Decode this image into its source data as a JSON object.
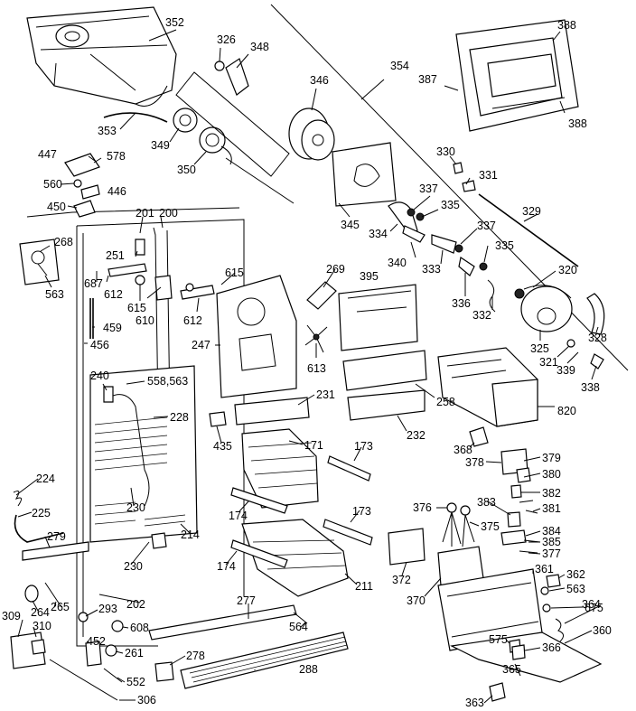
{
  "labels": {
    "l352": "352",
    "l326": "326",
    "l348": "348",
    "l354": "354",
    "l346": "346",
    "l388a": "388",
    "l387": "387",
    "l388b": "388",
    "l353": "353",
    "l349": "349",
    "l350": "350",
    "l330": "330",
    "l331": "331",
    "l447": "447",
    "l578": "578",
    "l560": "560",
    "l446": "446",
    "l450": "450",
    "l345": "345",
    "l337a": "337",
    "l335a": "335",
    "l329": "329",
    "l201": "201",
    "l200": "200",
    "l268": "268",
    "l251": "251",
    "l334": "334",
    "l337b": "337",
    "l340": "340",
    "l333": "333",
    "l335b": "335",
    "l563a": "563",
    "l687": "687",
    "l612a": "612",
    "l615a": "615",
    "l615b": "615",
    "l269": "269",
    "l395": "395",
    "l320": "320",
    "l336": "336",
    "l332": "332",
    "l610": "610",
    "l612b": "612",
    "l459": "459",
    "l456": "456",
    "l247": "247",
    "l613": "613",
    "l325": "325",
    "l328": "328",
    "l321": "321",
    "l339": "339",
    "l338": "338",
    "l240": "240",
    "l558563": "558,563",
    "l231": "231",
    "l258": "258",
    "l820": "820",
    "l228": "228",
    "l435": "435",
    "l232": "232",
    "l171": "171",
    "l173a": "173",
    "l368": "368",
    "l378": "378",
    "l379": "379",
    "l224": "224",
    "l380": "380",
    "l382": "382",
    "l230a": "230",
    "l174a": "174",
    "l173b": "173",
    "l376": "376",
    "l383": "383",
    "l381": "381",
    "l225": "225",
    "l375": "375",
    "l384": "384",
    "l279": "279",
    "l214": "214",
    "l385": "385",
    "l377": "377",
    "l230b": "230",
    "l174b": "174",
    "l372": "372",
    "l361": "361",
    "l211": "211",
    "l362": "362",
    "l264": "264",
    "l265": "265",
    "l202": "202",
    "l370": "370",
    "l563b": "563",
    "l277": "277",
    "l675": "675",
    "l364": "364",
    "l309": "309",
    "l293": "293",
    "l608": "608",
    "l310": "310",
    "l564": "564",
    "l360": "360",
    "l452": "452",
    "l261": "261",
    "l278": "278",
    "l575": "575",
    "l366": "366",
    "l288": "288",
    "l552": "552",
    "l365": "365",
    "l306": "306",
    "l363": "363"
  }
}
